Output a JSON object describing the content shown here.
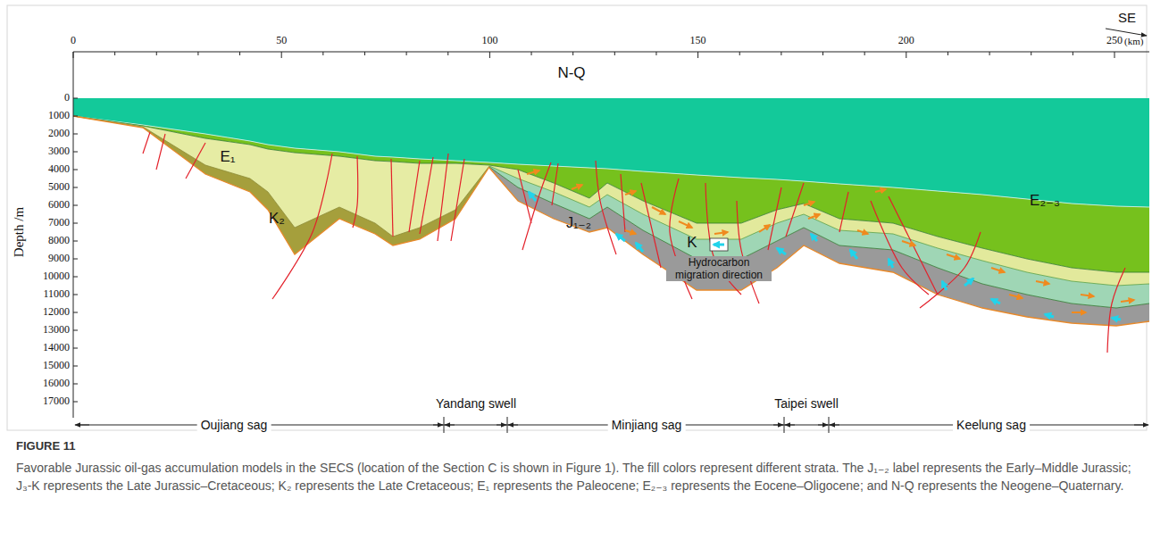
{
  "diagram": {
    "caption": "Favorable Jurassic oil-gas accumulation models in the SECS (location of the Section C is shown in Figure 1). The fill colors represent different strata. The J₁₋₂ label represents the Early–Middle Jurassic; J₃-K represents the Late Jurassic–Cretaceous; K₂ represents the Late Cretaceous; E₁ represents the Paleocene; E₂₋₃ represents the Eocene–Oligocene; and N-Q represents the Neogene–Quaternary.",
    "labels": [
      "SE",
      "0",
      "50",
      "100",
      "150",
      "200",
      "250",
      "(km)",
      "Depth /m",
      "0",
      "1000",
      "2000",
      "3000",
      "4000",
      "5000",
      "6000",
      "7000",
      "8000",
      "9000",
      "10000",
      "11000",
      "12000",
      "13000",
      "14000",
      "15000",
      "16000",
      "17000",
      "N-Q",
      "E₁",
      "K₂",
      "J₁₋₂",
      "K",
      "E₂₋₃",
      "Oujiang sag",
      "Yandang swell",
      "Minjiang sag",
      "Taipei swell",
      "Keelung sag",
      "FIGURE 11"
    ],
    "legend": [
      {
        "text": "Hydrocarbon migration direction"
      }
    ]
  }
}
